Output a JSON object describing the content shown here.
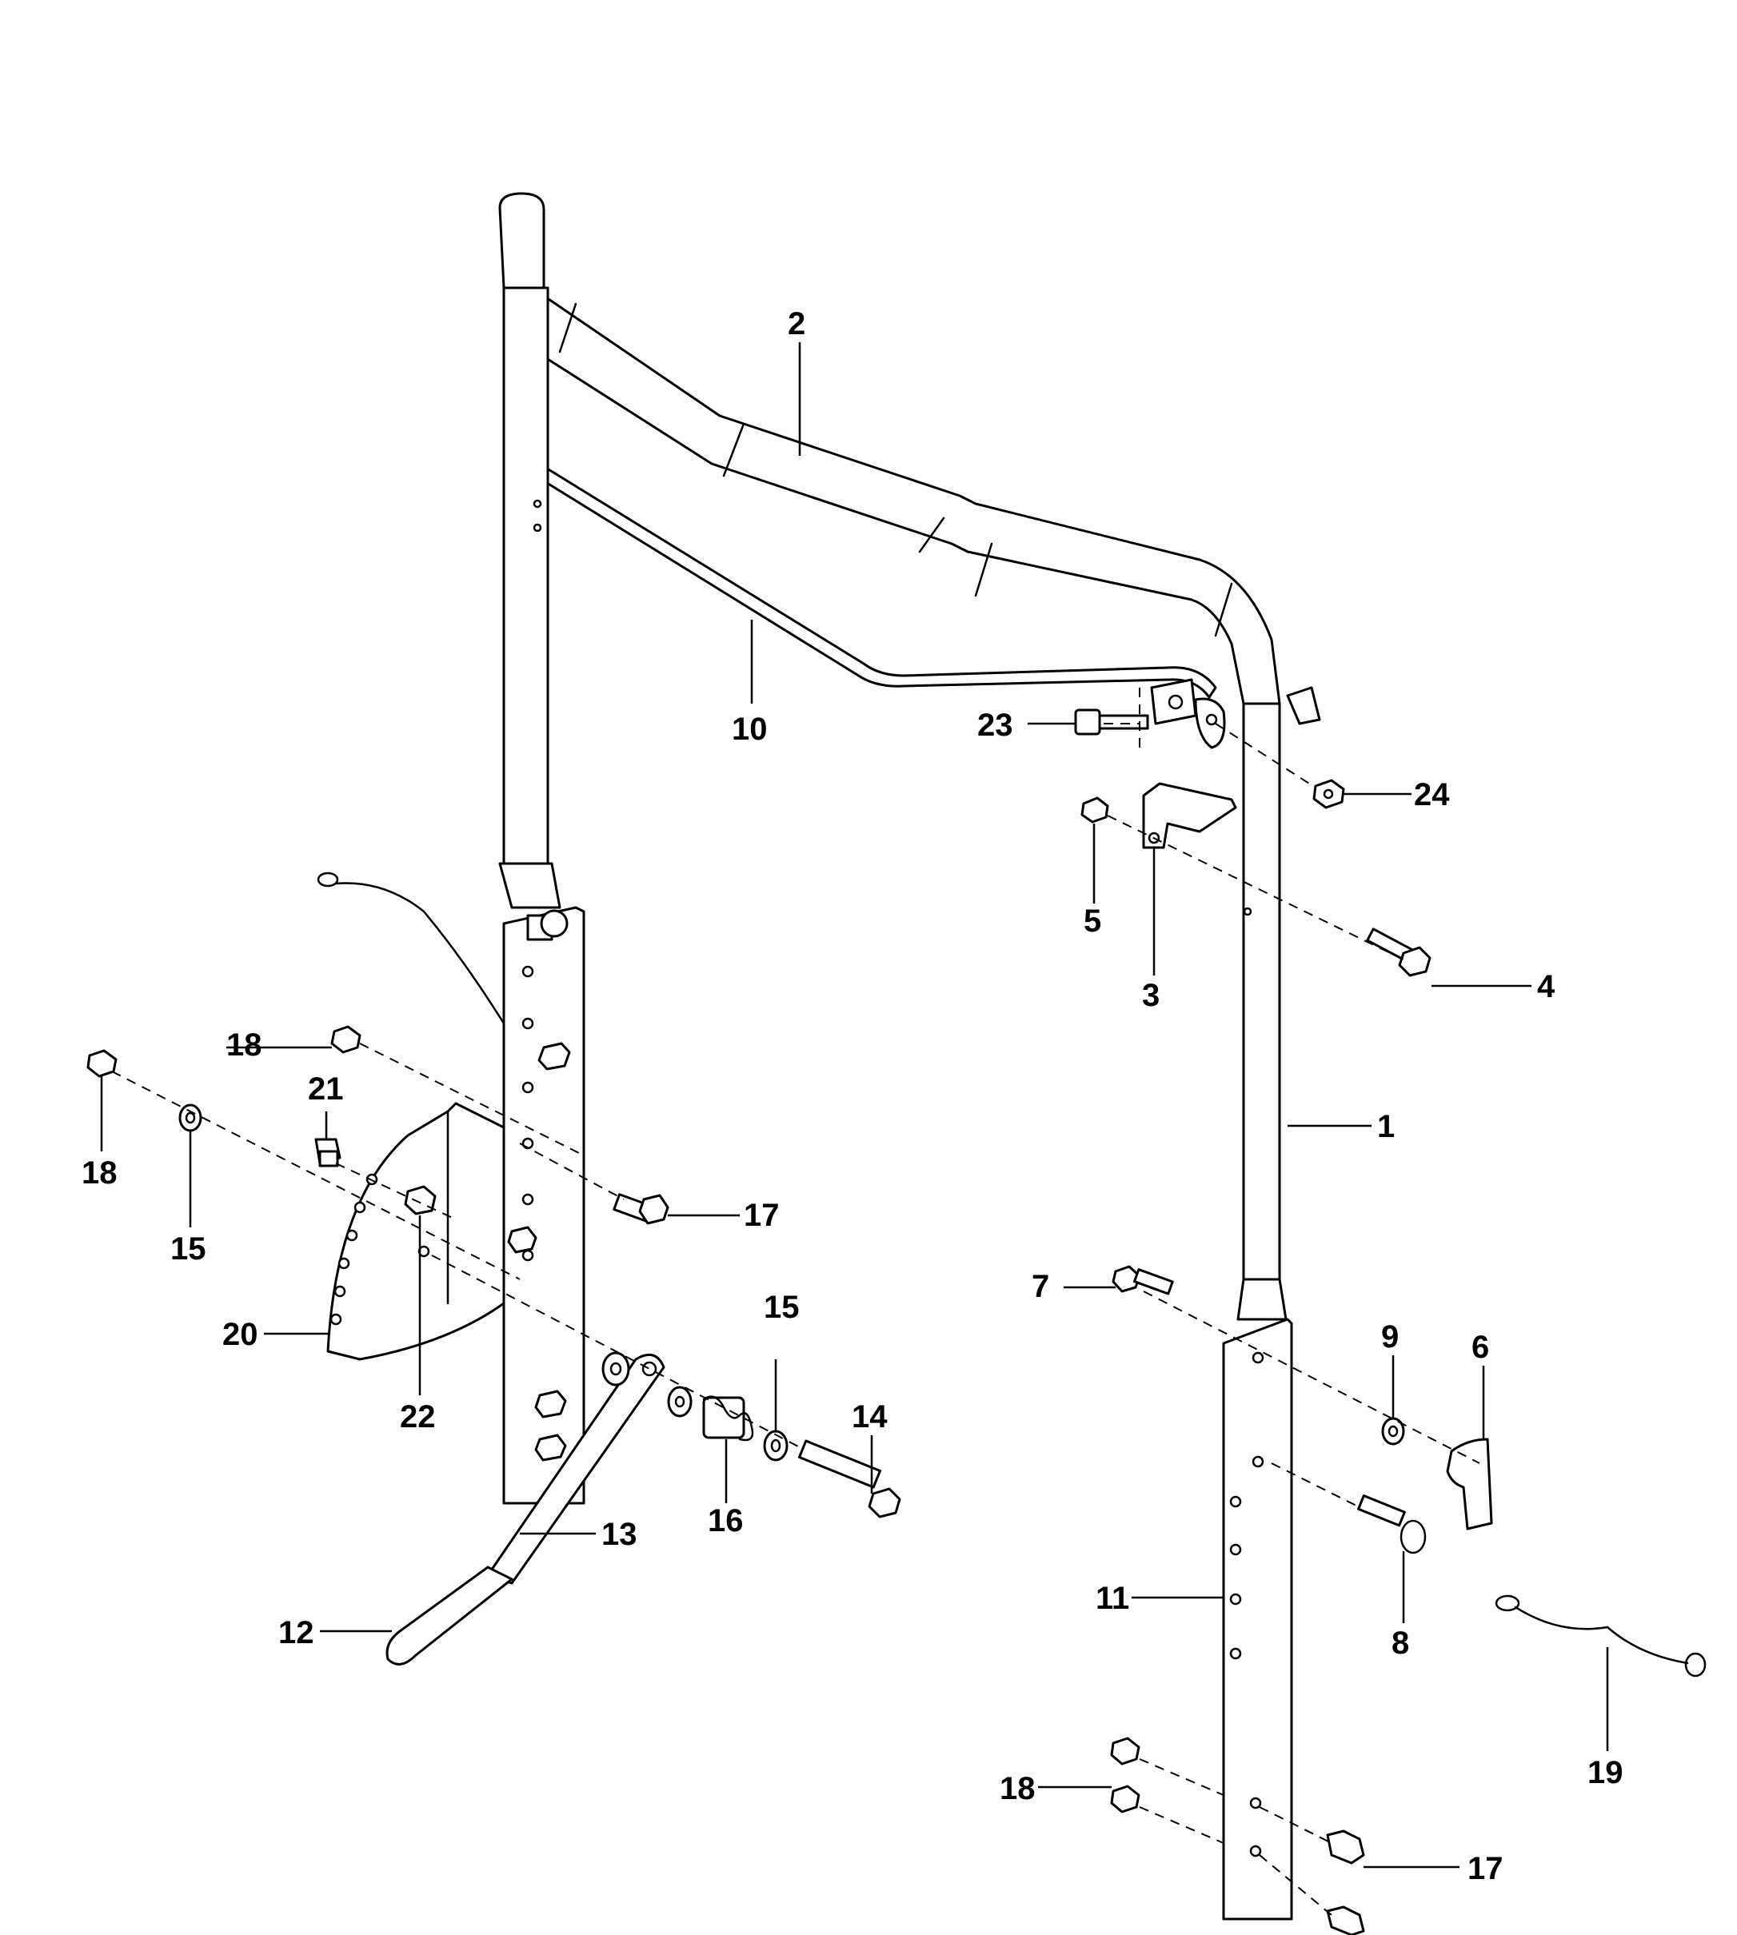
{
  "diagram": {
    "type": "exploded-parts-diagram",
    "callouts": {
      "c1": "1",
      "c2": "2",
      "c3": "3",
      "c4": "4",
      "c5": "5",
      "c6": "6",
      "c7": "7",
      "c8": "8",
      "c9": "9",
      "c10": "10",
      "c11": "11",
      "c12": "12",
      "c13": "13",
      "c14": "14",
      "c15a": "15",
      "c15b": "15",
      "c16": "16",
      "c17a": "17",
      "c17b": "17",
      "c18a": "18",
      "c18b": "18",
      "c18c": "18",
      "c19": "19",
      "c20": "20",
      "c21": "21",
      "c22": "22",
      "c23": "23",
      "c24": "24"
    }
  }
}
